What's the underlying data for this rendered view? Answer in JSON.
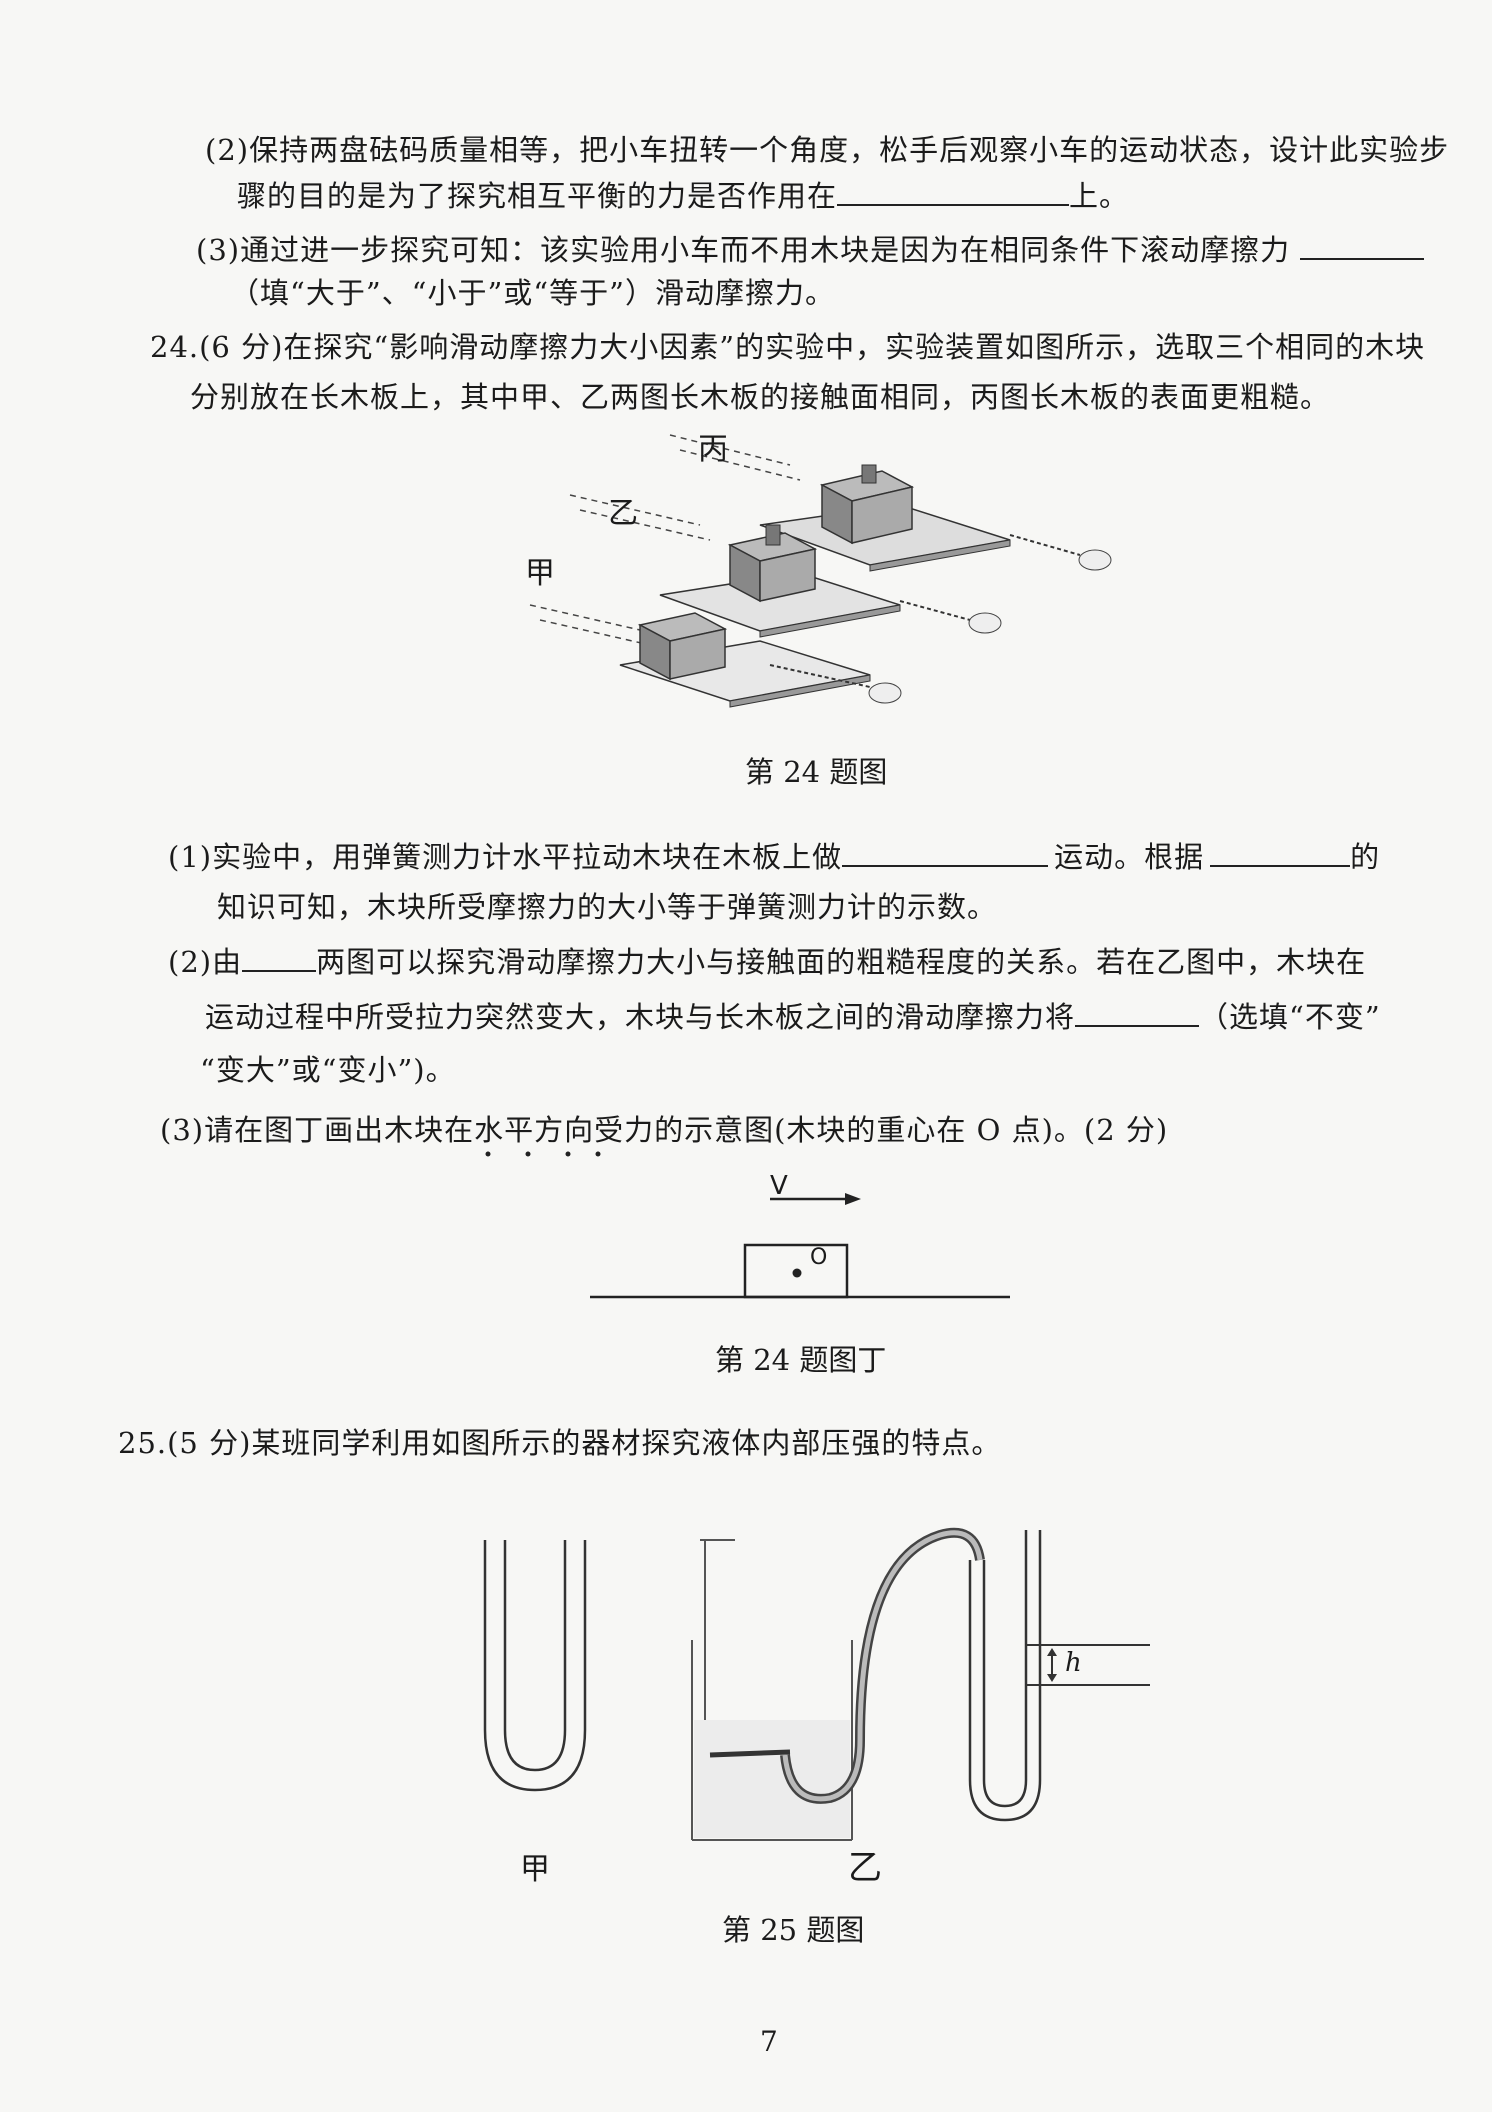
{
  "q23": {
    "p2_a": "(2)保持两盘砝码质量相等，把小车扭转一个角度，松手后观察小车的运动状态，设计此实验步",
    "p2_b1": "骤的目的是为了探究相互平衡的力是否作用在",
    "p2_b2": "上。",
    "p3_a": "(3)通过进一步探究可知：该实验用小车而不用木块是因为在相同条件下滚动摩擦力",
    "p3_b": "（填“大于”、“小于”或“等于”）滑动摩擦力。"
  },
  "q24": {
    "intro_a": "24.(6 分)在探究“影响滑动摩擦力大小因素”的实验中，实验装置如图所示，选取三个相同的木块",
    "intro_b": "分别放在长木板上，其中甲、乙两图长木板的接触面相同，丙图长木板的表面更粗糙。",
    "fig_labels": {
      "bing": "丙",
      "yi": "乙",
      "jia": "甲"
    },
    "fig_caption": "第 24 题图",
    "p1_a1": "(1)实验中，用弹簧测力计水平拉动木块在木板上做",
    "p1_a2": "运动。根据",
    "p1_a3": "的",
    "p1_b": "知识可知，木块所受摩擦力的大小等于弹簧测力计的示数。",
    "p2_a1": "(2)由",
    "p2_a2": "两图可以探究滑动摩擦力大小与接触面的粗糙程度的关系。若在乙图中，木块在",
    "p2_b1": "运动过程中所受拉力突然变大，木块与长木板之间的滑动摩擦力将",
    "p2_b2": "（选填“不变”",
    "p2_c": "“变大”或“变小”)。",
    "p3": "(3)请在图丁画出木块在水平方向受力的示意图(木块的重心在 O 点)。(2 分)",
    "ding_v": "V",
    "ding_o": "O",
    "ding_caption": "第 24 题图丁"
  },
  "q25": {
    "intro": "25.(5 分)某班同学利用如图所示的器材探究液体内部压强的特点。",
    "label_jia": "甲",
    "label_yi": "乙",
    "label_h": "h",
    "fig_caption": "第 25 题图"
  },
  "page_number": "7"
}
